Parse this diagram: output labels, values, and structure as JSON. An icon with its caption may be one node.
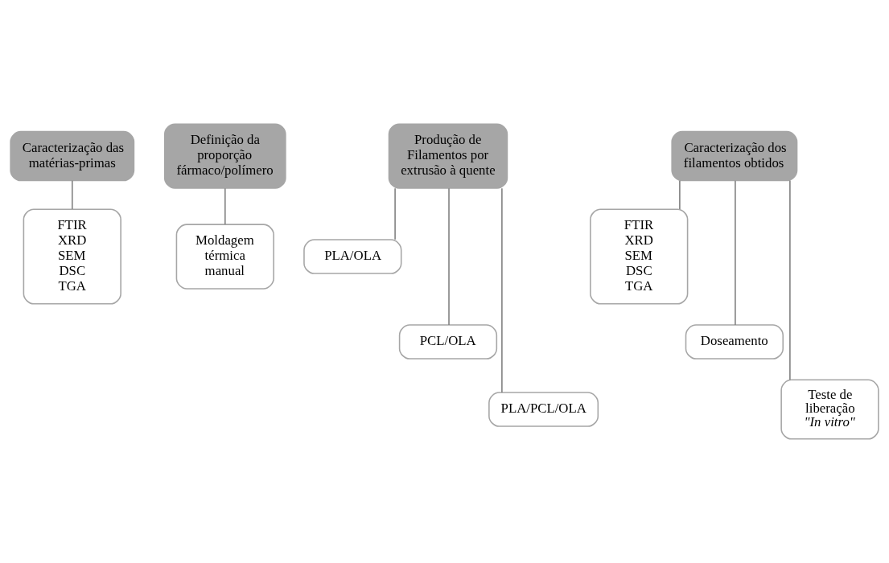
{
  "diagram": {
    "nodes": [
      {
        "text": [
          "Caracterização das matérias-primas"
        ]
      },
      {
        "text": [
          "FTIR",
          "XRD",
          "SEM",
          "DSC",
          "TGA"
        ]
      },
      {
        "text": [
          "Definição da proporção fármaco/polímero"
        ]
      },
      {
        "text": [
          "Moldagem térmica manual"
        ]
      },
      {
        "text": [
          "Produção de Filamentos por extrusão à quente"
        ]
      },
      {
        "text": [
          "PLA/OLA"
        ]
      },
      {
        "text": [
          "PCL/OLA"
        ]
      },
      {
        "text": [
          "PLA/PCL/OLA"
        ]
      },
      {
        "text": [
          "Caracterização dos filamentos obtidos"
        ]
      },
      {
        "text": [
          "FTIR",
          "XRD",
          "SEM",
          "DSC",
          "TGA"
        ]
      },
      {
        "text": [
          "Doseamento"
        ]
      },
      {
        "text": [
          "Teste de liberação",
          "\"In vitro\""
        ]
      }
    ],
    "edges": [
      {
        "from": 0,
        "to": 1,
        "arrow": "none"
      },
      {
        "from": 2,
        "to": 3,
        "arrow": "none"
      },
      {
        "from": 4,
        "to": 5,
        "arrow": "none"
      },
      {
        "from": 4,
        "to": 6,
        "arrow": "none"
      },
      {
        "from": 4,
        "to": 7,
        "arrow": "none"
      },
      {
        "from": 8,
        "to": 9,
        "arrow": "none"
      },
      {
        "from": 8,
        "to": 10,
        "arrow": "none"
      },
      {
        "from": 8,
        "to": 11,
        "arrow": "none"
      }
    ]
  }
}
